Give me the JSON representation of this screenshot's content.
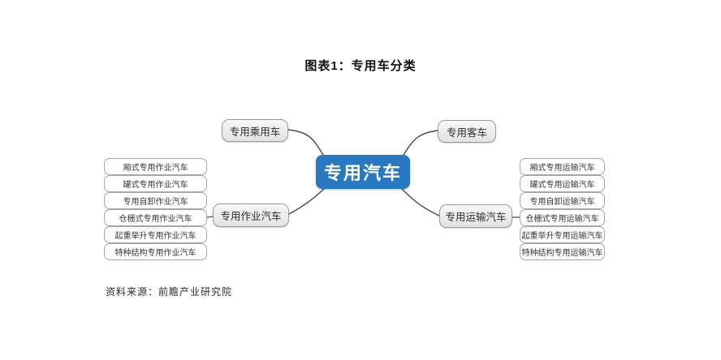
{
  "title": "图表1：专用车分类",
  "root": {
    "label": "专用汽车"
  },
  "branches": {
    "passenger": {
      "label": "专用乘用车"
    },
    "bus": {
      "label": "专用客车"
    },
    "work": {
      "label": "专用作业汽车"
    },
    "transport": {
      "label": "专用运输汽车"
    }
  },
  "work_items": [
    {
      "label": "厢式专用作业汽车"
    },
    {
      "label": "罐式专用作业汽车"
    },
    {
      "label": "专用自卸作业汽车"
    },
    {
      "label": "仓栅式专用作业汽车"
    },
    {
      "label": "起重举升专用作业汽车"
    },
    {
      "label": "特种结构专用作业汽车"
    }
  ],
  "transport_items": [
    {
      "label": "厢式专用运输汽车"
    },
    {
      "label": "罐式专用运输汽车"
    },
    {
      "label": "专用自卸运输汽车"
    },
    {
      "label": "仓栅式专用运输汽车"
    },
    {
      "label": "起重举升专用运输汽车"
    },
    {
      "label": "特种结构专用运输汽车"
    }
  ],
  "source": "资料来源：前瞻产业研究院",
  "colors": {
    "root_fill": "#2879c1",
    "root_text": "#ffffff",
    "branch_fill": "#ededed",
    "branch_border": "#9b9b9b",
    "leaf_border": "#a6a6a6",
    "connector": "#4a4a4a"
  }
}
